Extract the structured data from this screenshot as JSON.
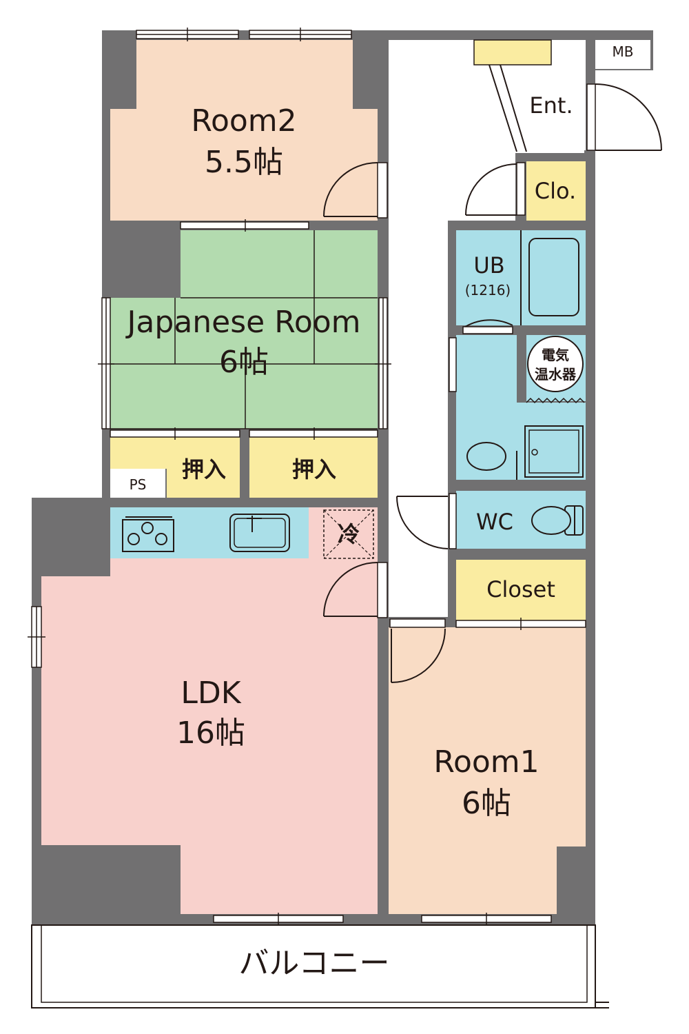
{
  "floorplan": {
    "colors": {
      "wall": "#717071",
      "room_peach": "#f9dcc5",
      "ldk_pink": "#f8d1cc",
      "tatami_green": "#b3dbaf",
      "storage_yellow": "#faeca1",
      "wet_blue": "#aadfe8",
      "corridor_white": "#ffffff"
    },
    "rooms": {
      "room2": {
        "name": "Room2",
        "size": "5.5帖"
      },
      "japanese": {
        "name": "Japanese Room",
        "size": "6帖"
      },
      "ldk": {
        "name": "LDK",
        "size": "16帖"
      },
      "room1": {
        "name": "Room1",
        "size": "6帖"
      }
    },
    "labels": {
      "mb": "MB",
      "entrance": "Ent.",
      "clo": "Clo.",
      "ub": "UB",
      "ub_size": "(1216)",
      "water_heater_line1": "電気",
      "water_heater_line2": "温水器",
      "oshiire_1": "押入",
      "oshiire_2": "押入",
      "ps": "PS",
      "fridge": "冷",
      "wc": "WC",
      "closet": "Closet",
      "balcony": "バルコニー"
    }
  }
}
